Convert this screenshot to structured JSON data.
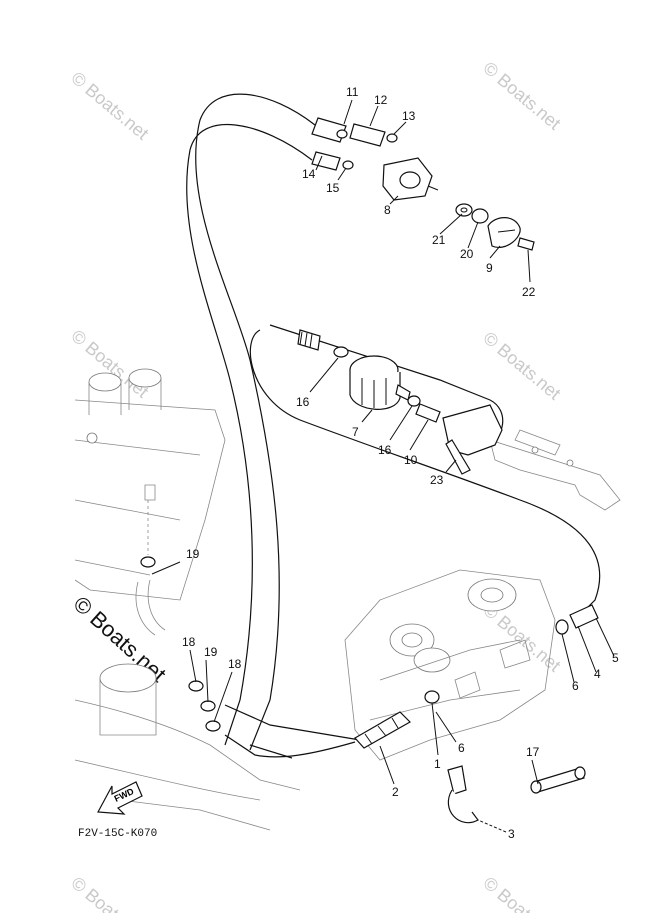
{
  "watermarks": {
    "text": "© Boats.net",
    "prominent": "© Boats.net"
  },
  "diagram_code": "F2V-15C-K070",
  "fwd_label": "FWD",
  "callouts": {
    "c1": "1",
    "c2": "2",
    "c3": "3",
    "c4": "4",
    "c5": "5",
    "c6a": "6",
    "c6b": "6",
    "c7": "7",
    "c8": "8",
    "c9": "9",
    "c10": "10",
    "c11": "11",
    "c12": "12",
    "c13": "13",
    "c14": "14",
    "c15": "15",
    "c16a": "16",
    "c16b": "16",
    "c17": "17",
    "c18a": "18",
    "c18b": "18",
    "c19a": "19",
    "c19b": "19",
    "c20": "20",
    "c21": "21",
    "c22": "22",
    "c23": "23"
  },
  "colors": {
    "line": "#111111",
    "watermark": "#c9c9c9"
  }
}
